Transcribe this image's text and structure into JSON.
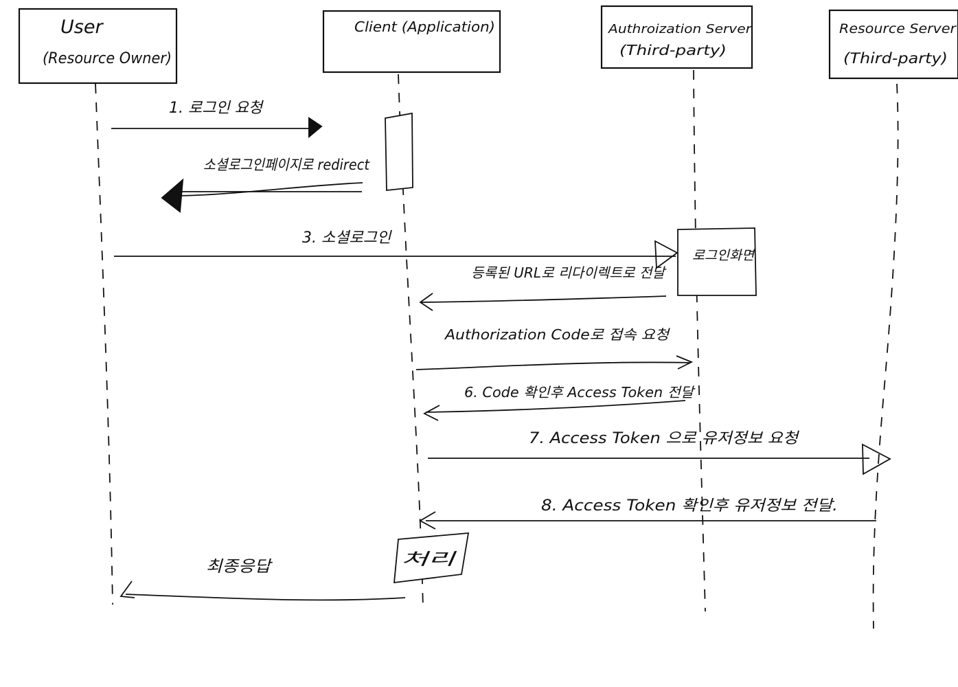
{
  "actors": {
    "user": {
      "line1": "User",
      "line2": "(Resource Owner)"
    },
    "client": {
      "line1": "Client (Application)"
    },
    "auth": {
      "line1": "Authroization Server",
      "line2": "(Third-party)"
    },
    "resource": {
      "line1": "Resource Server",
      "line2": "(Third-party)"
    }
  },
  "messages": {
    "m1": "1. 로그인 요청",
    "m2": "소셜로그인페이지로 redirect",
    "m3": "3. 소셜로그인",
    "m4": "등록된 URL로 리다이렉트로 전달",
    "m5": "Authorization Code로 접속 요청",
    "m6": "6. Code 확인후 Access Token 전달",
    "m7": "7. Access Token 으로 유저정보 요청",
    "m8": "8. Access Token 확인후 유저정보 전달.",
    "m9": "최종응답"
  },
  "notes": {
    "login_screen": "로그인화면",
    "processing": "처리"
  }
}
